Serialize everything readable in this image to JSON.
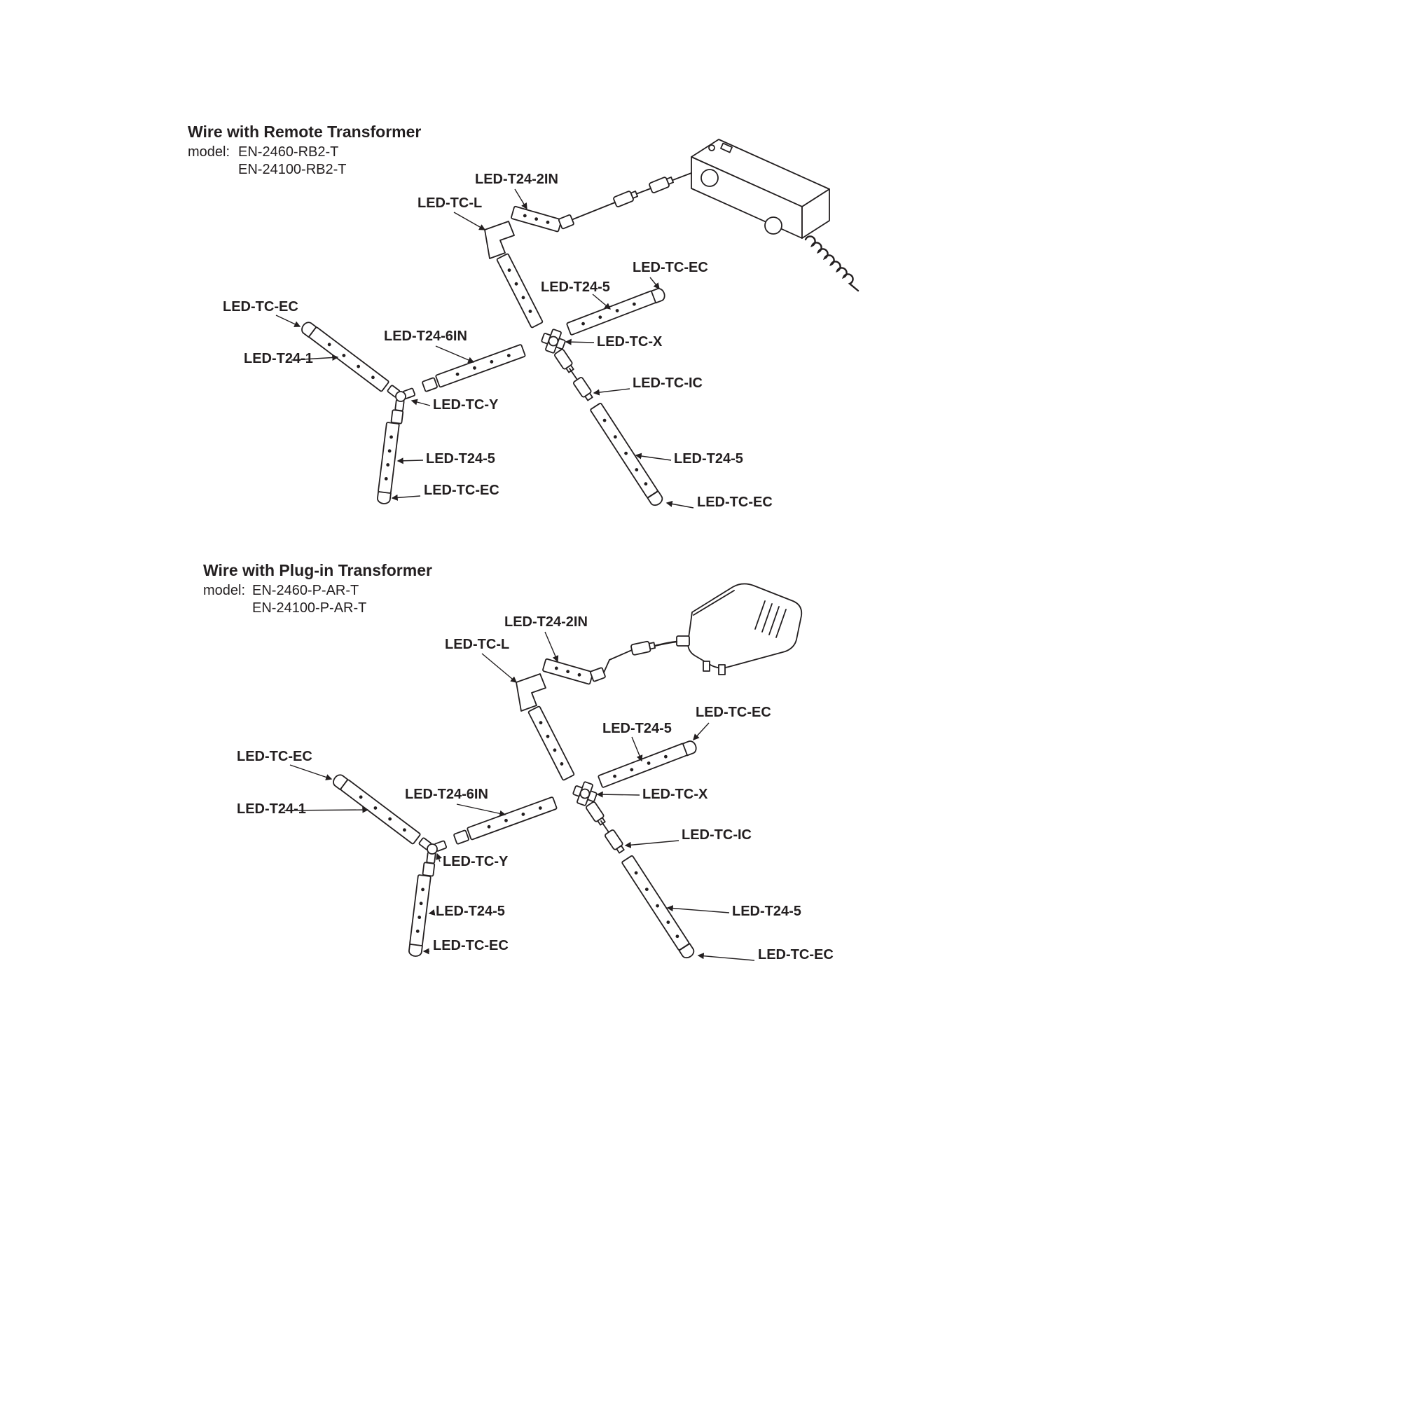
{
  "colors": {
    "line": "#231f20",
    "background": "#ffffff"
  },
  "sections": [
    {
      "title": "Wire with Remote Transformer",
      "model_label": "model:",
      "models": [
        "EN-2460-RB2-T",
        "EN-24100-RB2-T"
      ],
      "callouts": [
        "LED-T24-2IN",
        "LED-TC-L",
        "LED-TC-EC",
        "LED-T24-5",
        "LED-TC-X",
        "LED-T24-6IN",
        "LED-TC-EC",
        "LED-T24-1",
        "LED-TC-Y",
        "LED-TC-IC",
        "LED-T24-5",
        "LED-TC-EC",
        "LED-T24-5",
        "LED-TC-EC"
      ]
    },
    {
      "title": "Wire with Plug-in Transformer",
      "model_label": "model:",
      "models": [
        "EN-2460-P-AR-T",
        "EN-24100-P-AR-T"
      ],
      "callouts": [
        "LED-T24-2IN",
        "LED-TC-L",
        "LED-TC-EC",
        "LED-T24-5",
        "LED-TC-X",
        "LED-T24-6IN",
        "LED-TC-EC",
        "LED-T24-1",
        "LED-TC-Y",
        "LED-TC-IC",
        "LED-T24-5",
        "LED-TC-EC",
        "LED-T24-5",
        "LED-TC-EC"
      ]
    }
  ]
}
